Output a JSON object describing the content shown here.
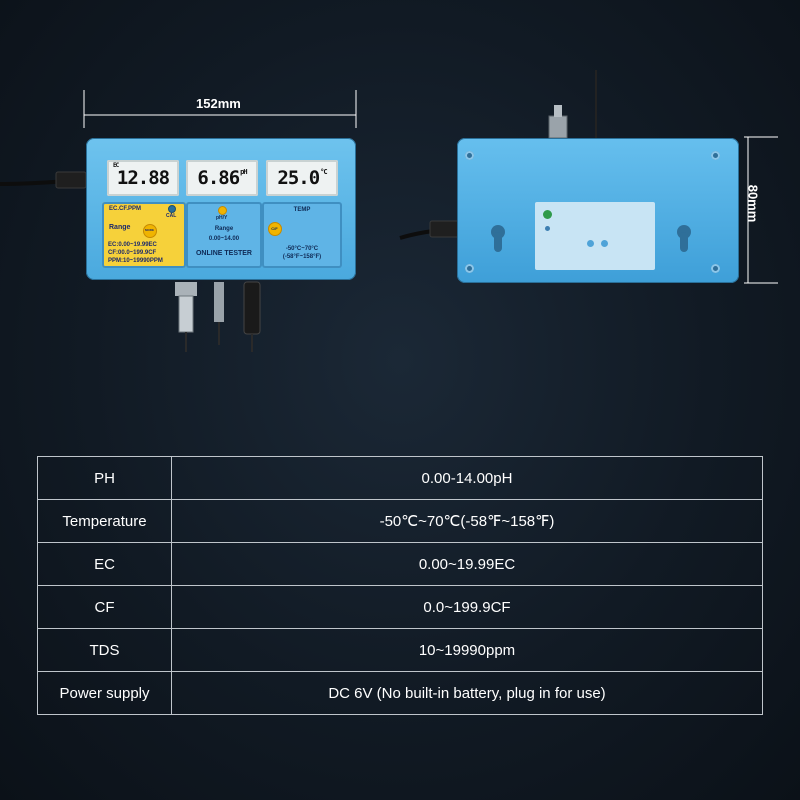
{
  "dimensions": {
    "width_label": "152mm",
    "height_label": "80mm"
  },
  "device_front": {
    "ec_display": "12.88",
    "ec_tag": "EC",
    "ph_display": "6.86",
    "ph_unit": "pH",
    "temp_display": "25.0",
    "temp_unit": "°C",
    "ec_panel": {
      "title": "EC.CF.PPM",
      "cal": "CAL",
      "range_label": "Range",
      "mode_button": "MODE",
      "range_lines": [
        "EC:0.00~19.99EC",
        "CF:00.0~199.9CF",
        "PPM:10~19990PPM"
      ]
    },
    "ph_panel": {
      "cal": "pH/Y",
      "range_label": "Range",
      "range_value": "0.00~14.00",
      "tester_label": "ONLINE TESTER"
    },
    "temp_panel": {
      "title": "TEMP",
      "button": "C/F",
      "range_lines": [
        "-50°C~70°C",
        "(-58°F~158°F)"
      ]
    }
  },
  "specs": [
    {
      "key": "PH",
      "value": "0.00-14.00pH"
    },
    {
      "key": "Temperature",
      "value": "-50℃~70℃(-58℉~158℉)"
    },
    {
      "key": "EC",
      "value": "0.00~19.99EC"
    },
    {
      "key": "CF",
      "value": "0.0~199.9CF"
    },
    {
      "key": "TDS",
      "value": "10~19990ppm"
    },
    {
      "key": "Power supply",
      "value": "DC 6V (No built-in battery, plug in for use)"
    }
  ],
  "colors": {
    "background": "#111a24",
    "device_blue": "#4aa9de",
    "panel_yellow": "#f6d13a",
    "table_border": "#bfc5cb",
    "text": "#ffffff"
  }
}
